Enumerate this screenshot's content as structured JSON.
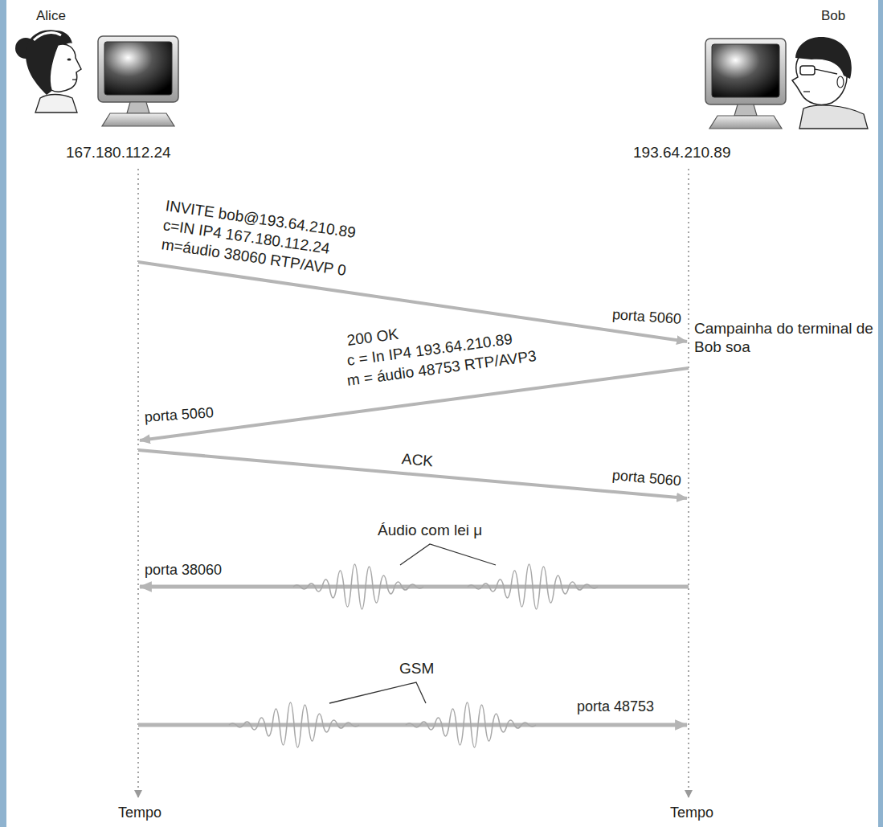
{
  "diagram": {
    "labels": [
      "Alice",
      "Bob",
      "167.180.112.24",
      "193.64.210.89",
      "INVITE bob@193.64.210.89",
      "c=IN IP4 167.180.112.24",
      "m=áudio 38060 RTP/AVP 0",
      "porta 5060",
      "Campainha do terminal de Bob soa",
      "200 OK",
      "c = In IP4 193.64.210.89",
      "m = áudio 48753 RTP/AVP3",
      "porta 5060",
      "ACK",
      "porta 5060",
      "Áudio com lei μ",
      "porta 38060",
      "GSM",
      "porta 48753",
      "Tempo",
      "Tempo"
    ]
  }
}
